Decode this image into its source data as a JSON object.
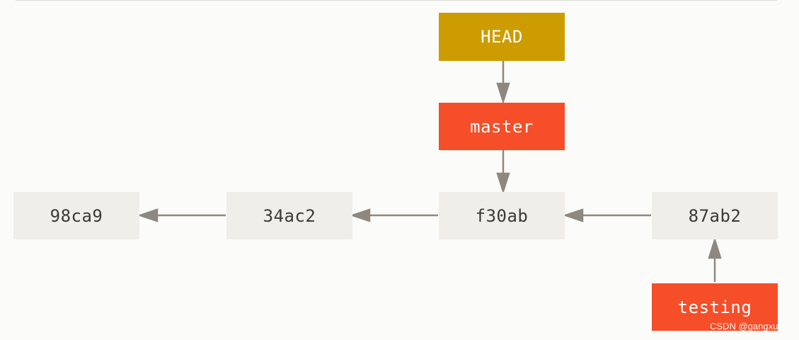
{
  "commits": [
    {
      "id": "98ca9"
    },
    {
      "id": "34ac2"
    },
    {
      "id": "f30ab"
    },
    {
      "id": "87ab2"
    }
  ],
  "pointers": {
    "head": "HEAD",
    "master": "master",
    "testing": "testing"
  },
  "colors": {
    "commit_fill": "#efeee9",
    "head_fill": "#cd9c00",
    "branch_fill": "#f54e29",
    "arrow": "#8f8880"
  },
  "watermark": "CSDN @gangxuec"
}
